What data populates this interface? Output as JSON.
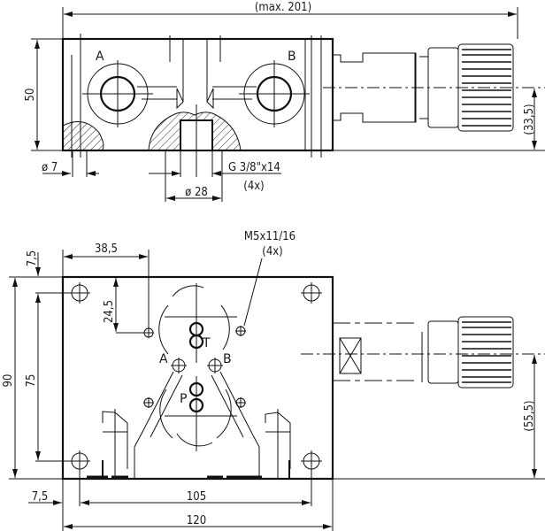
{
  "drawing": {
    "top_view": {
      "overall_length": "(max. 201)",
      "height": "50",
      "port_a": "A",
      "port_b": "B",
      "hole_dia": "ø 7",
      "port_thread": "G 3/8\"x14",
      "port_count": "(4x)",
      "spotface_dia": "ø 28",
      "axis_height": "(33,5)"
    },
    "front_view": {
      "offset_x": "38,5",
      "offset_top": "7,5",
      "offset_y": "24,5",
      "screw_spec": "M5x11/16",
      "screw_count": "(4x)",
      "port_t": "T",
      "port_a": "A",
      "port_b": "B",
      "port_p": "P",
      "height": "90",
      "hole_spacing_v": "75",
      "axis_height": "(55,5)",
      "offset_left": "7,5",
      "hole_spacing_h": "105",
      "width": "120"
    }
  }
}
